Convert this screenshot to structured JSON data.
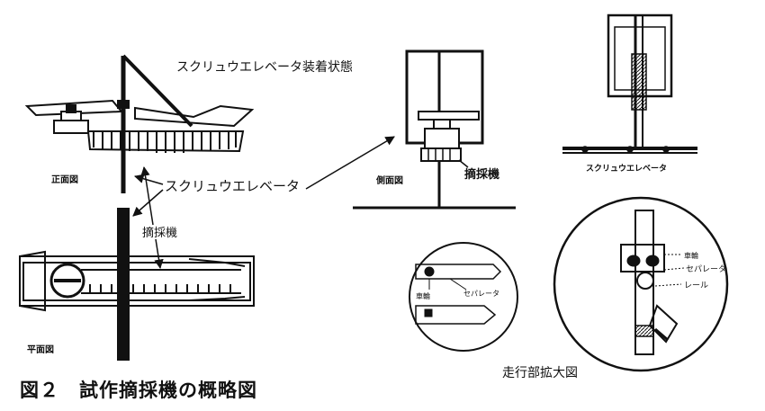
{
  "figure": {
    "caption": "図２　試作摘採機の概略図"
  },
  "labels": {
    "screw_mounted": "スクリュウエレベータ装着状態",
    "front_view": "正面図",
    "plan_view": "平面図",
    "screw_elevator": "スクリュウエレベータ",
    "harvester": "摘採機",
    "side_view": "側面図",
    "harvester_side": "摘採機",
    "screw_elevator_small": "スクリュウエレベータ",
    "wheel_small": "車輪",
    "separator_small": "セパレータ",
    "wheel_large": "車輪",
    "separator_large": "セパレータ",
    "rail_large": "レール",
    "travel_enlarged": "走行部拡大図"
  }
}
